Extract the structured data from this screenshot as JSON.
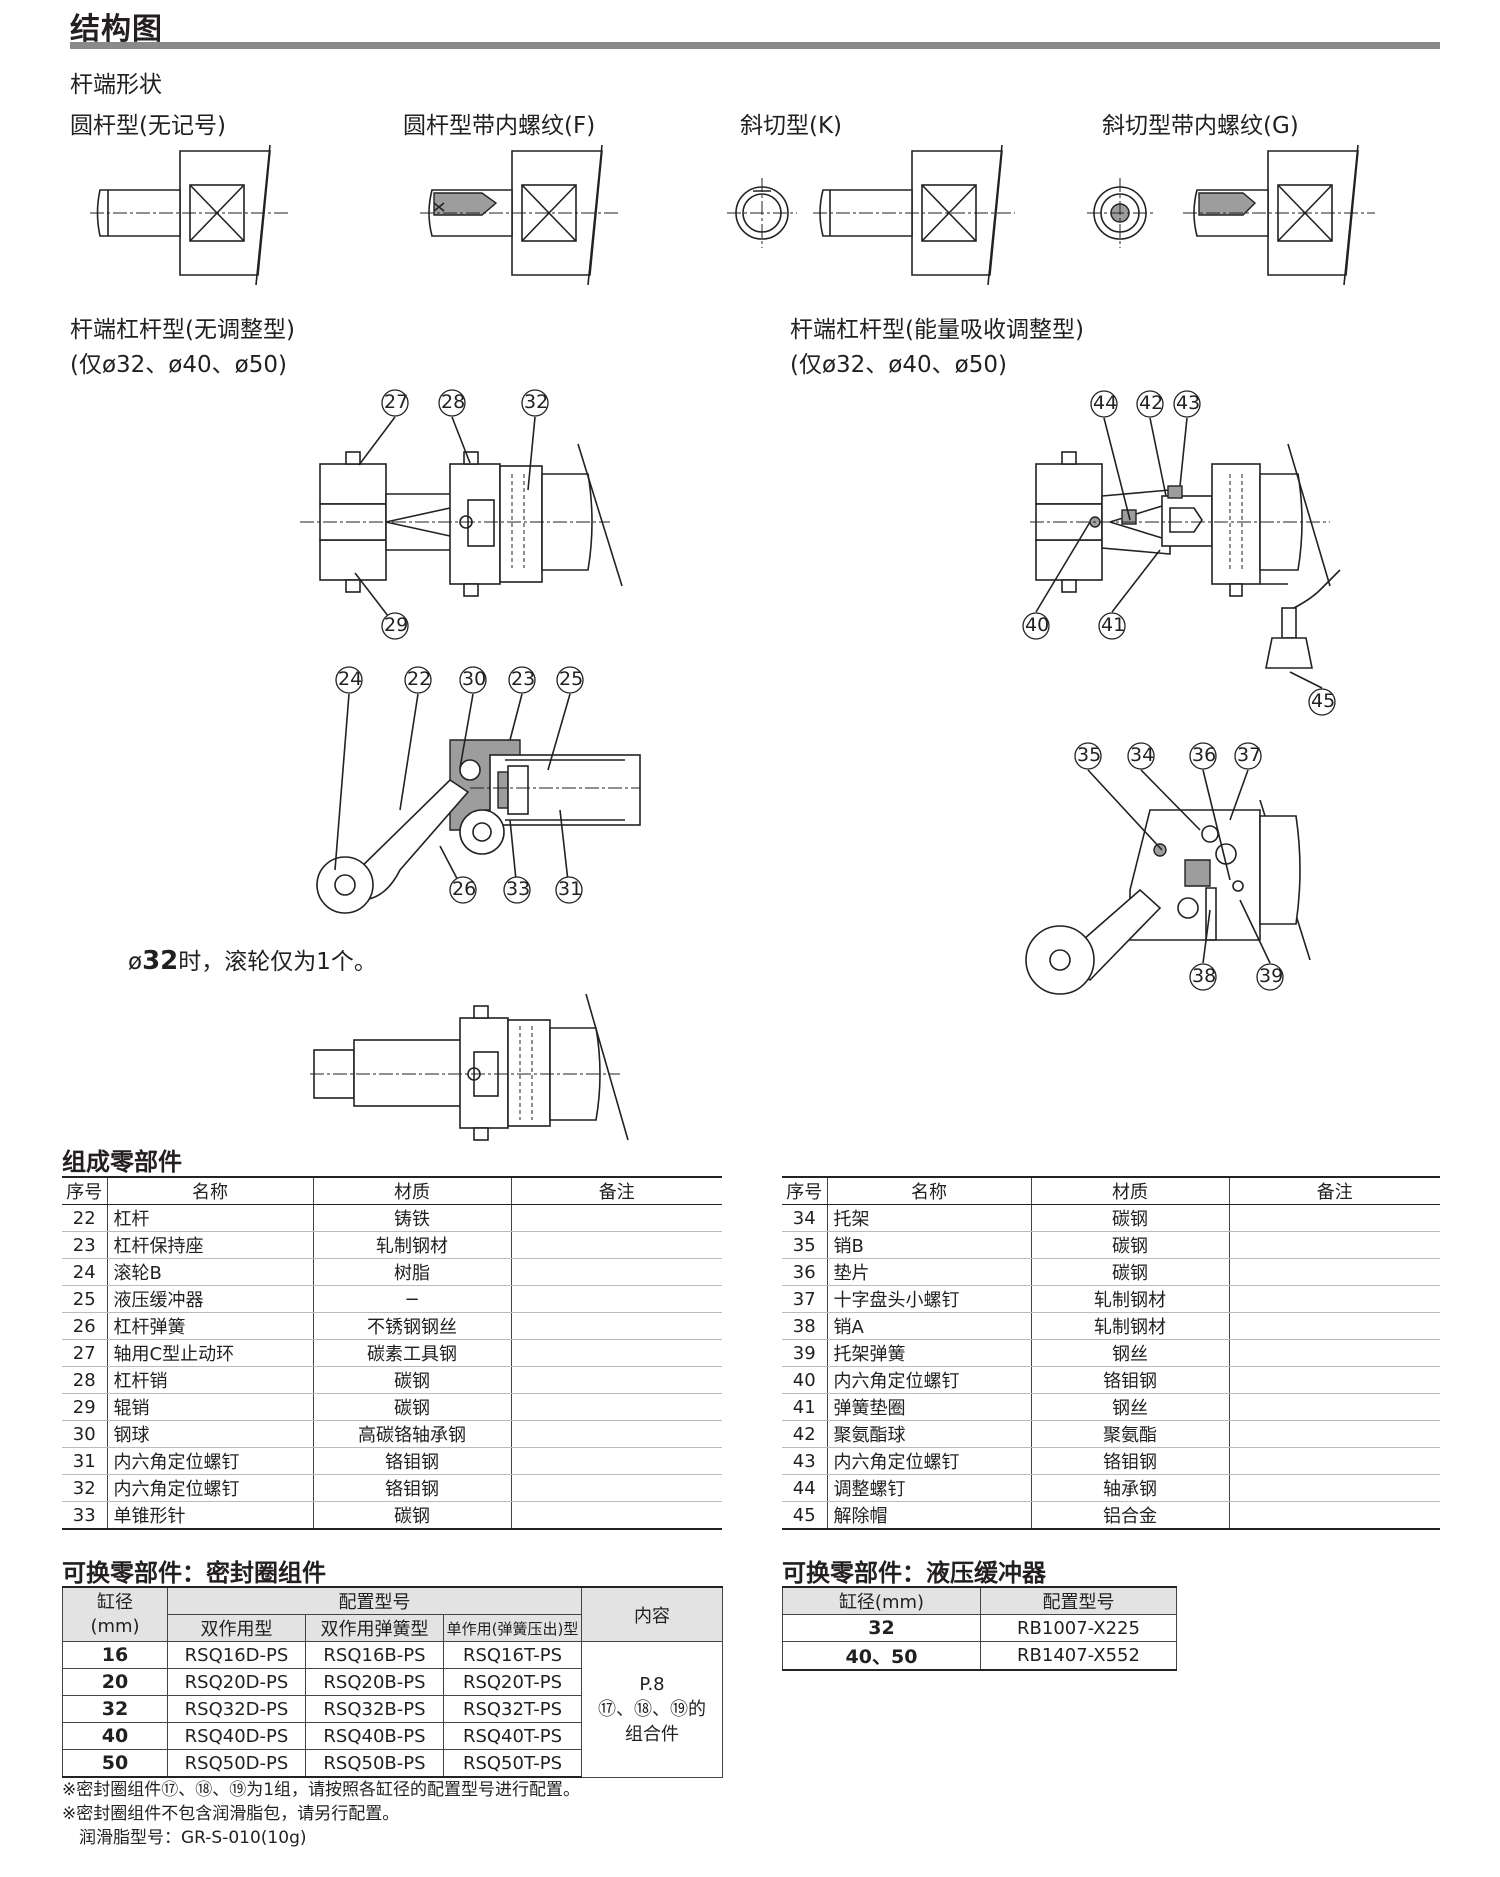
{
  "page_title": "结构图",
  "rod_end_shapes": {
    "heading": "杆端形状",
    "labels": [
      "圆杆型(无记号)",
      "圆杆型带内螺纹(F)",
      "斜切型(K)",
      "斜切型带内螺纹(G)"
    ]
  },
  "lever_none": {
    "title": "杆端杠杆型(无调整型)",
    "subtitle": "(仅ø32、ø40、ø50)"
  },
  "lever_adj": {
    "title": "杆端杠杆型(能量吸收调整型)",
    "subtitle": "(仅ø32、ø40、ø50)"
  },
  "callouts": {
    "n27": "27",
    "n28": "28",
    "n32": "32",
    "n29": "29",
    "n24": "24",
    "n22": "22",
    "n30": "30",
    "n23": "23",
    "n25": "25",
    "n26": "26",
    "n33": "33",
    "n31": "31",
    "n44": "44",
    "n42": "42",
    "n43": "43",
    "n40": "40",
    "n41": "41",
    "n45": "45",
    "n35": "35",
    "n34": "34",
    "n36": "36",
    "n37": "37",
    "n38": "38",
    "n39": "39"
  },
  "note32": {
    "prefix": "ø",
    "bold": "32",
    "suffix": "时，滚轮仅为1个。"
  },
  "parts_section_title": "组成零部件",
  "parts_headers": [
    "序号",
    "名称",
    "材质",
    "备注"
  ],
  "parts_left": [
    {
      "no": "22",
      "name": "杠杆",
      "material": "铸铁",
      "note": ""
    },
    {
      "no": "23",
      "name": "杠杆保持座",
      "material": "轧制钢材",
      "note": ""
    },
    {
      "no": "24",
      "name": "滚轮B",
      "material": "树脂",
      "note": ""
    },
    {
      "no": "25",
      "name": "液压缓冲器",
      "material": "−",
      "note": ""
    },
    {
      "no": "26",
      "name": "杠杆弹簧",
      "material": "不锈钢钢丝",
      "note": ""
    },
    {
      "no": "27",
      "name": "轴用C型止动环",
      "material": "碳素工具钢",
      "note": ""
    },
    {
      "no": "28",
      "name": "杠杆销",
      "material": "碳钢",
      "note": ""
    },
    {
      "no": "29",
      "name": "辊销",
      "material": "碳钢",
      "note": ""
    },
    {
      "no": "30",
      "name": "钢球",
      "material": "高碳铬轴承钢",
      "note": ""
    },
    {
      "no": "31",
      "name": "内六角定位螺钉",
      "material": "铬钼钢",
      "note": ""
    },
    {
      "no": "32",
      "name": "内六角定位螺钉",
      "material": "铬钼钢",
      "note": ""
    },
    {
      "no": "33",
      "name": "单锥形针",
      "material": "碳钢",
      "note": ""
    }
  ],
  "parts_right": [
    {
      "no": "34",
      "name": "托架",
      "material": "碳钢",
      "note": ""
    },
    {
      "no": "35",
      "name": "销B",
      "material": "碳钢",
      "note": ""
    },
    {
      "no": "36",
      "name": "垫片",
      "material": "碳钢",
      "note": ""
    },
    {
      "no": "37",
      "name": "十字盘头小螺钉",
      "material": "轧制钢材",
      "note": ""
    },
    {
      "no": "38",
      "name": "销A",
      "material": "轧制钢材",
      "note": ""
    },
    {
      "no": "39",
      "name": "托架弹簧",
      "material": "钢丝",
      "note": ""
    },
    {
      "no": "40",
      "name": "内六角定位螺钉",
      "material": "铬钼钢",
      "note": ""
    },
    {
      "no": "41",
      "name": "弹簧垫圈",
      "material": "钢丝",
      "note": ""
    },
    {
      "no": "42",
      "name": "聚氨酯球",
      "material": "聚氨酯",
      "note": ""
    },
    {
      "no": "43",
      "name": "内六角定位螺钉",
      "material": "铬钼钢",
      "note": ""
    },
    {
      "no": "44",
      "name": "调整螺钉",
      "material": "轴承钢",
      "note": ""
    },
    {
      "no": "45",
      "name": "解除帽",
      "material": "铝合金",
      "note": ""
    }
  ],
  "seal_kit": {
    "title": "可换零部件：密封圈组件",
    "bore_header": "缸径",
    "bore_unit": "(mm)",
    "model_header": "配置型号",
    "content_header": "内容",
    "sub_headers": [
      "双作用型",
      "双作用弹簧型",
      "单作用(弹簧压出)型"
    ],
    "rows": [
      {
        "bore": "16",
        "d": "RSQ16D-PS",
        "b": "RSQ16B-PS",
        "t": "RSQ16T-PS"
      },
      {
        "bore": "20",
        "d": "RSQ20D-PS",
        "b": "RSQ20B-PS",
        "t": "RSQ20T-PS"
      },
      {
        "bore": "32",
        "d": "RSQ32D-PS",
        "b": "RSQ32B-PS",
        "t": "RSQ32T-PS"
      },
      {
        "bore": "40",
        "d": "RSQ40D-PS",
        "b": "RSQ40B-PS",
        "t": "RSQ40T-PS"
      },
      {
        "bore": "50",
        "d": "RSQ50D-PS",
        "b": "RSQ50B-PS",
        "t": "RSQ50T-PS"
      }
    ],
    "content_lines": [
      "P.8",
      "⑰、⑱、⑲的",
      "组合件"
    ],
    "notes": [
      "※密封圈组件⑰、⑱、⑲为1组，请按照各缸径的配置型号进行配置。",
      "※密封圈组件不包含润滑脂包，请另行配置。",
      "润滑脂型号：GR-S-010(10g)"
    ]
  },
  "shock_absorber": {
    "title": "可换零部件：液压缓冲器",
    "headers": [
      "缸径(mm)",
      "配置型号"
    ],
    "rows": [
      {
        "bore": "32",
        "model": "RB1007-X225"
      },
      {
        "bore": "40、50",
        "model": "RB1407-X552"
      }
    ]
  }
}
